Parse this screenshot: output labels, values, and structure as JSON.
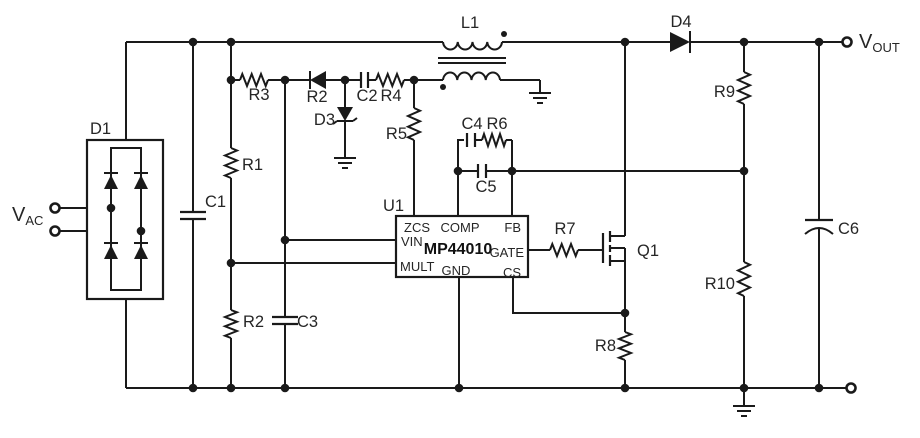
{
  "diagram": {
    "type": "schematic",
    "description": "MP44010 controller application circuit with bridge rectifier input, coupled inductor, MOSFET switch and diode output stage",
    "ink_color": "#1a1a1a",
    "background_color": "#ffffff"
  },
  "terminals": {
    "input": {
      "name": "V",
      "sub": "AC"
    },
    "output": {
      "name": "V",
      "sub": "OUT"
    }
  },
  "ic": {
    "designator": "U1",
    "part": "MP44010",
    "pins": {
      "zcs": "ZCS",
      "comp": "COMP",
      "fb": "FB",
      "vin": "VIN",
      "gate": "GATE",
      "mult": "MULT",
      "gnd": "GND",
      "cs": "CS"
    }
  },
  "components": {
    "d1": "D1",
    "c1": "C1",
    "r1": "R1",
    "r2_lower": "R2",
    "c3": "C3",
    "r3": "R3",
    "d2": "R2",
    "c2": "C2",
    "r4": "R4",
    "d3": "D3",
    "r5": "R5",
    "l1": "L1",
    "c4": "C4",
    "r6": "R6",
    "c5": "C5",
    "r7": "R7",
    "q1": "Q1",
    "r8": "R8",
    "d4": "D4",
    "r9": "R9",
    "r10": "R10",
    "c6": "C6"
  }
}
